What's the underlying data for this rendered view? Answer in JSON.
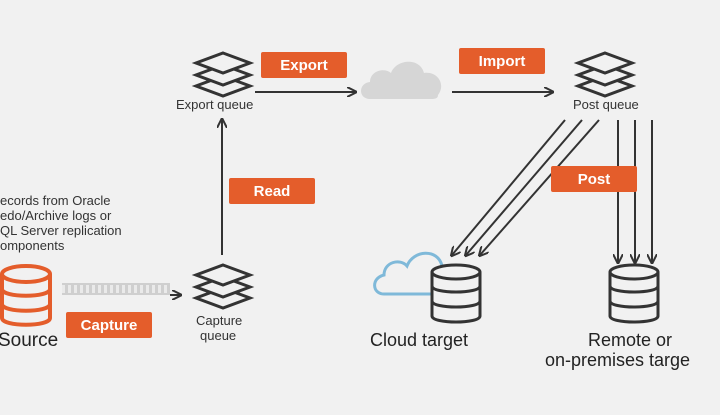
{
  "header": {
    "title": ""
  },
  "labels": {
    "export_tag": "Export",
    "import_tag": "Import",
    "read_tag": "Read",
    "post_tag": "Post",
    "capture_tag": "Capture",
    "export_queue": "Export queue",
    "post_queue": "Post queue",
    "capture_queue_line1": "Capture",
    "capture_queue_line2": "queue",
    "source": "Source",
    "source_desc_line1": "ecords from Oracle",
    "source_desc_line2": "edo/Archive logs or",
    "source_desc_line3": "QL Server replication",
    "source_desc_line4": "omponents",
    "cloud_target": "Cloud target",
    "remote_line1": "Remote or",
    "remote_line2": "on-premises targe"
  },
  "icons": [
    "stack-icon",
    "cloud-icon",
    "database-icon"
  ],
  "colors": {
    "accent": "#e45d2b",
    "cloud_outline": "#7fb9d9",
    "cloud_fill": "#d6d6d6"
  }
}
